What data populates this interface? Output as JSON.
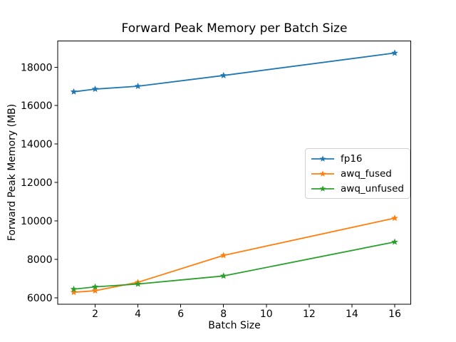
{
  "chart_data": {
    "type": "line",
    "title": "Forward Peak Memory per Batch Size",
    "xlabel": "Batch Size",
    "ylabel": "Forward Peak Memory (MB)",
    "x": [
      1,
      2,
      4,
      8,
      16
    ],
    "series": [
      {
        "name": "fp16",
        "color": "#1f77b4",
        "values": [
          16720,
          16860,
          17010,
          17570,
          18740
        ]
      },
      {
        "name": "awq_fused",
        "color": "#ff7f0e",
        "values": [
          6280,
          6360,
          6800,
          8200,
          10140
        ]
      },
      {
        "name": "awq_unfused",
        "color": "#2ca02c",
        "values": [
          6440,
          6560,
          6710,
          7130,
          8900
        ]
      }
    ],
    "marker": "star",
    "xlim": [
      0.25,
      16.75
    ],
    "ylim": [
      5657,
      19363
    ],
    "xticks": [
      2,
      4,
      6,
      8,
      10,
      12,
      14,
      16
    ],
    "yticks": [
      6000,
      8000,
      10000,
      12000,
      14000,
      16000,
      18000
    ],
    "grid": false,
    "legend_position": "center right",
    "axis_color": "#000000",
    "background_color": "#ffffff"
  }
}
